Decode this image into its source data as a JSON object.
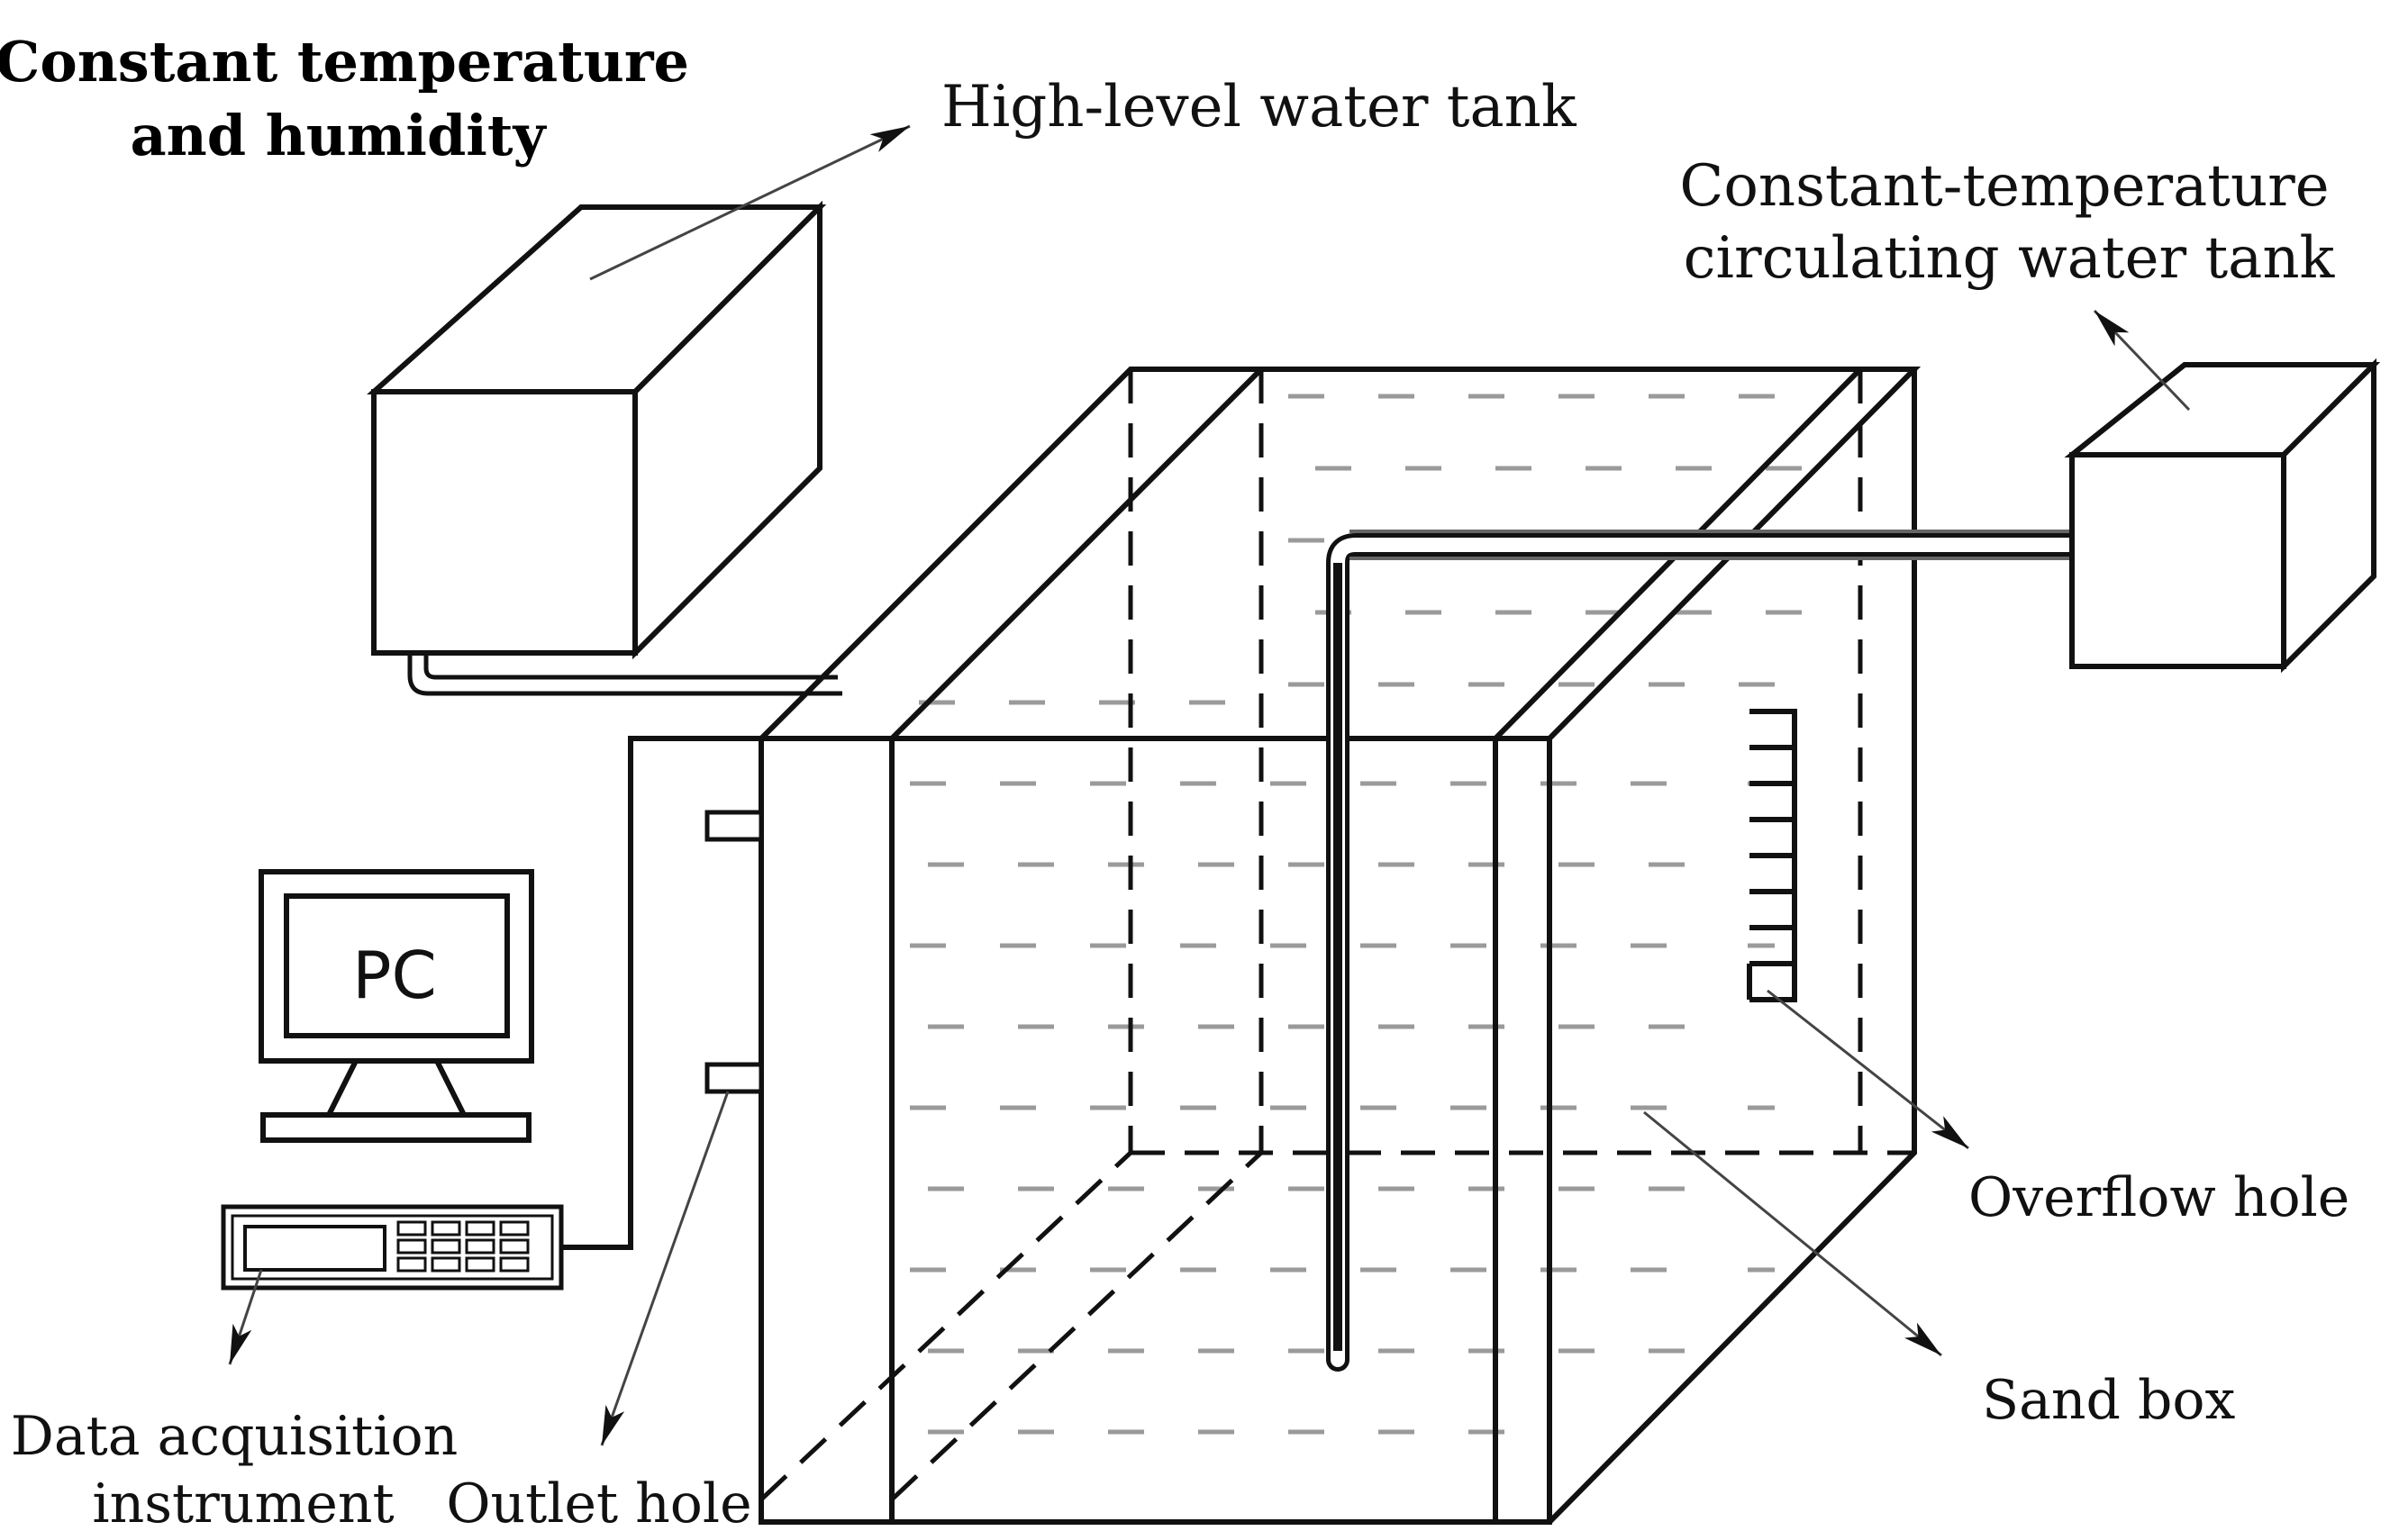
{
  "labels": {
    "constant_temp_humidity": [
      "Constant temperature",
      "and humidity"
    ],
    "high_level_tank": "High-level water tank",
    "circulating_tank": [
      "Constant-temperature",
      "circulating water tank"
    ],
    "overflow_hole": "Overflow hole",
    "sand_box": "Sand box",
    "data_acquisition": [
      "Data acquisition",
      "instrument"
    ],
    "outlet_hole": "Outlet hole",
    "pc_screen": "PC"
  },
  "colors": {
    "stroke": "#111111",
    "dash_fill": "#999999",
    "background": "#ffffff"
  }
}
